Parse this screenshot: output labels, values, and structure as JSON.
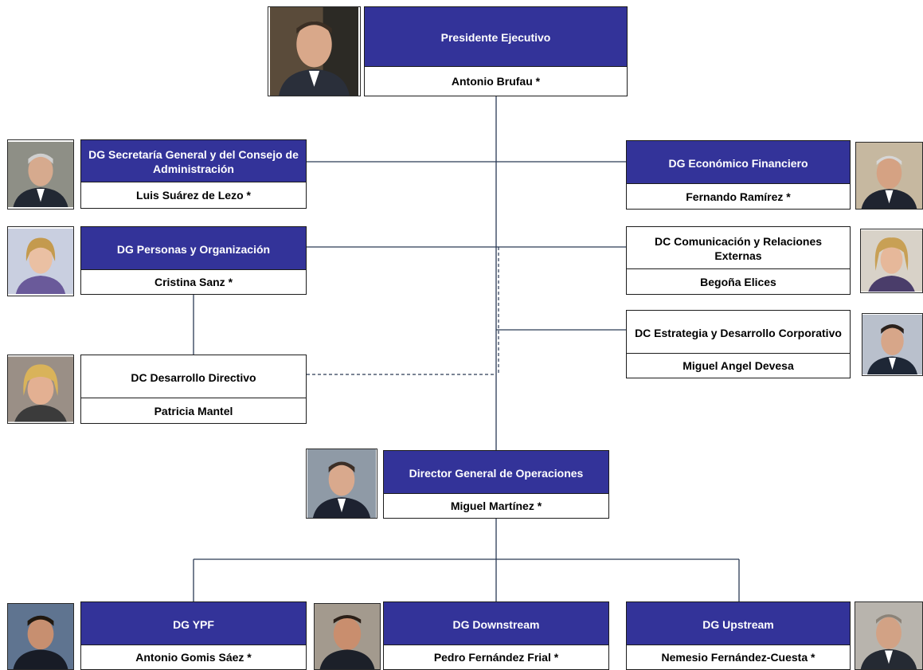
{
  "chart": {
    "president": {
      "title": "Presidente Ejecutivo",
      "name": "Antonio Brufau *"
    },
    "secretaria": {
      "title": "DG Secretaría General y del Consejo de Administración",
      "name": "Luis Suárez de Lezo *"
    },
    "personas": {
      "title": "DG Personas y Organización",
      "name": "Cristina Sanz *"
    },
    "desarrollo": {
      "title": "DC Desarrollo Directivo",
      "name": "Patricia Mantel"
    },
    "financiero": {
      "title": "DG Económico Financiero",
      "name": "Fernando Ramírez *"
    },
    "comunicacion": {
      "title": "DC Comunicación y Relaciones Externas",
      "name": "Begoña Elices"
    },
    "estrategia": {
      "title": "DC Estrategia y Desarrollo Corporativo",
      "name": "Miguel Angel Devesa"
    },
    "operaciones": {
      "title": "Director General de Operaciones",
      "name": "Miguel Martínez *"
    },
    "ypf": {
      "title": "DG YPF",
      "name": "Antonio Gomis Sáez *"
    },
    "downstream": {
      "title": "DG Downstream",
      "name": "Pedro Fernández Frial *"
    },
    "upstream": {
      "title": "DG Upstream",
      "name": "Nemesio Fernández-Cuesta *"
    }
  },
  "colors": {
    "header_fill": "#333399",
    "connector": "#2b3a55",
    "border": "#1c1c1c"
  }
}
